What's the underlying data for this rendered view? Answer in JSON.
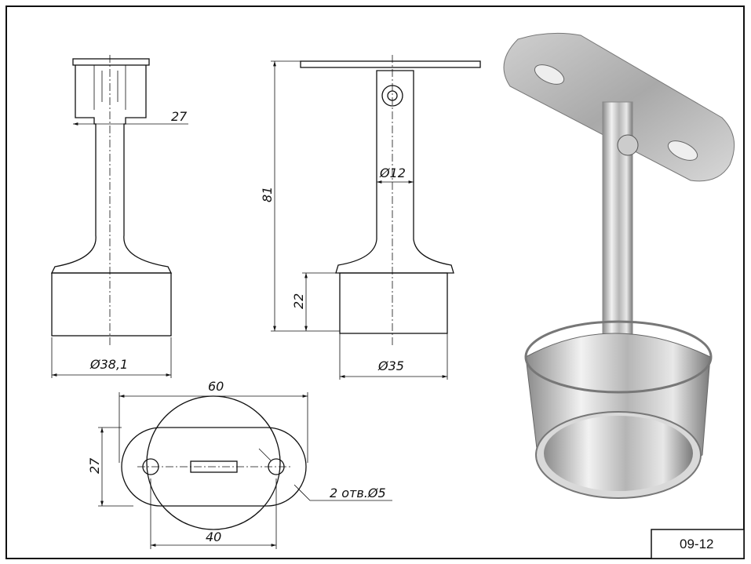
{
  "drawing": {
    "front_view": {
      "width_top": "27",
      "diameter_cup": "Ø38,1"
    },
    "side_view": {
      "height_total": "81",
      "diameter_stem": "Ø12",
      "cup_height": "22",
      "diameter_cup": "Ø35"
    },
    "plan_view": {
      "length": "60",
      "width": "27",
      "hole_spacing": "40",
      "holes_note": "2 отв.Ø5"
    },
    "code": "09-12"
  }
}
